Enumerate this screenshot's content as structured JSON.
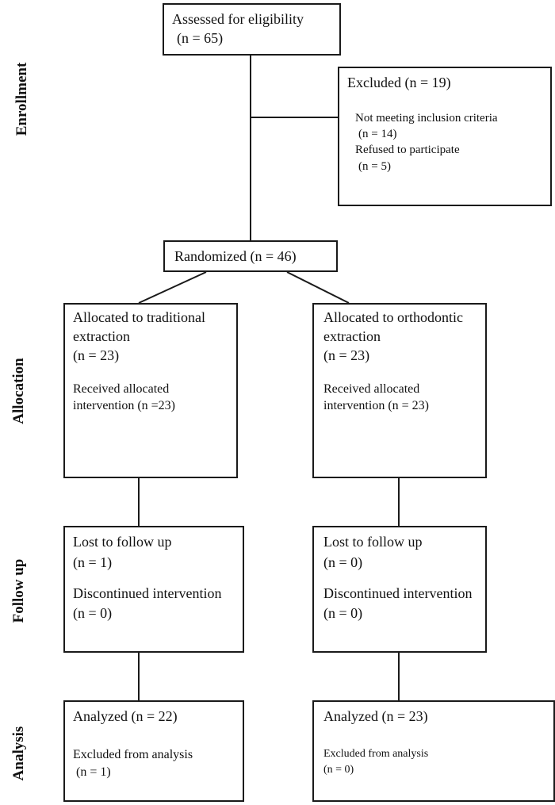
{
  "stages": {
    "enrollment": "Enrollment",
    "allocation": "Allocation",
    "follow_up": "Follow up",
    "analysis": "Analysis"
  },
  "assessed": {
    "line1": "Assessed for eligibility",
    "line2": "(n = 65)"
  },
  "excluded": {
    "title": "Excluded (n = 19)",
    "reason1": "Not meeting inclusion criteria",
    "reason1_n": "(n = 14)",
    "reason2": "Refused to participate",
    "reason2_n": "(n = 5)"
  },
  "randomized": "Randomized (n = 46)",
  "arms": {
    "traditional": {
      "alloc_line1": "Allocated to traditional",
      "alloc_line2": "extraction",
      "alloc_n": "(n = 23)",
      "received_line1": "Received allocated",
      "received_line2": "intervention (n =23)",
      "lost": "Lost to follow up",
      "lost_n": "(n = 1)",
      "discontinued": "Discontinued intervention",
      "discontinued_n": "(n = 0)",
      "analyzed": "Analyzed (n = 22)",
      "excluded_analysis": "Excluded from analysis",
      "excluded_analysis_n": "(n = 1)"
    },
    "orthodontic": {
      "alloc_line1": "Allocated to orthodontic",
      "alloc_line2": "extraction",
      "alloc_n": "(n = 23)",
      "received_line1": "Received allocated",
      "received_line2": "intervention (n = 23)",
      "lost": "Lost to follow up",
      "lost_n": "(n = 0)",
      "discontinued": "Discontinued intervention",
      "discontinued_n": "(n = 0)",
      "analyzed": "Analyzed (n = 23)",
      "excluded_analysis": "Excluded from analysis",
      "excluded_analysis_n": "(n = 0)"
    }
  }
}
